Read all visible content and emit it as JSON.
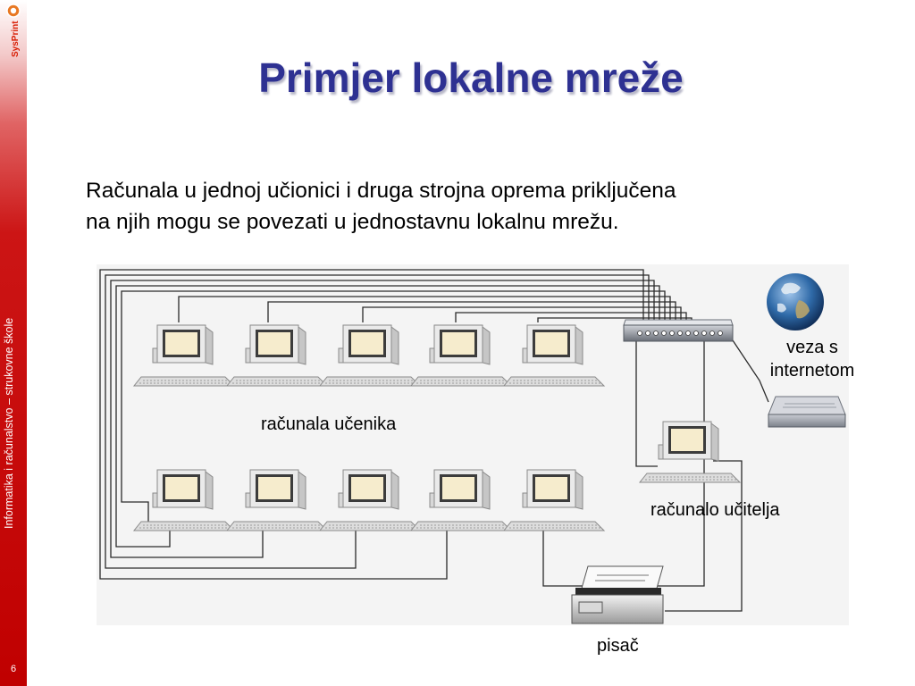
{
  "slide": {
    "title": "Primjer lokalne mreže",
    "intro_line1": "Računala u jednoj učionici i druga strojna oprema priključena",
    "intro_line2": "na njih mogu se povezati u jednostavnu lokalnu mrežu.",
    "page_number": "6"
  },
  "sidebar": {
    "vertical_text": "Informatika i računalstvo – strukovne škole",
    "logo_text": "SysPrint",
    "logo_icon": "sysprint-logo-icon"
  },
  "diagram": {
    "labels": {
      "internet": "veza s internetom",
      "student_computers": "računala učenika",
      "teacher_computer": "računalo učitelja",
      "printer": "pisač"
    },
    "icons": [
      "computer-icon",
      "network-hub-icon",
      "globe-icon",
      "modem-icon",
      "printer-icon"
    ]
  },
  "colors": {
    "title": "#2e3192",
    "sidebar": "#c00000",
    "diagram_background": "#f4f4f4"
  }
}
